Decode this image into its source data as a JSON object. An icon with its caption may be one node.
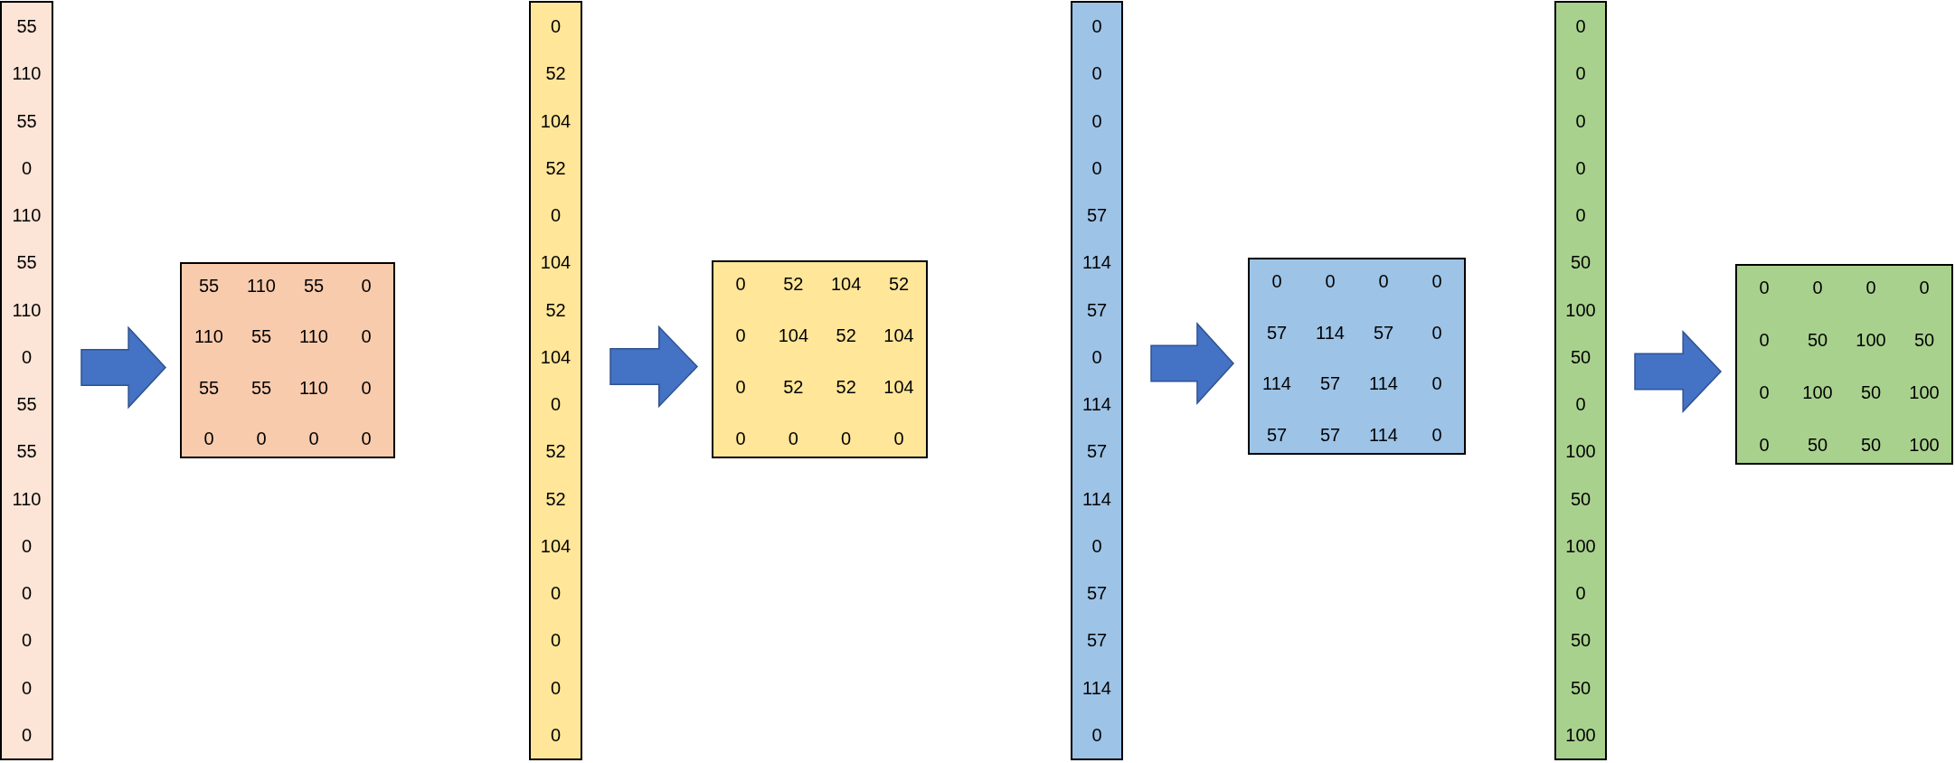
{
  "diagram": {
    "nodes": [
      {
        "text": [
          "55",
          "110",
          "55",
          "0",
          "110",
          "55",
          "110",
          "0",
          "55",
          "55",
          "110",
          "0",
          "0",
          "0",
          "0",
          "0"
        ]
      },
      {
        "text": [
          "55",
          "110",
          "55",
          "0",
          "110",
          "55",
          "110",
          "0",
          "55",
          "55",
          "110",
          "0",
          "0",
          "0",
          "0",
          "0"
        ]
      },
      {
        "text": [
          "0",
          "52",
          "104",
          "52",
          "0",
          "104",
          "52",
          "104",
          "0",
          "52",
          "52",
          "104",
          "0",
          "0",
          "0",
          "0"
        ]
      },
      {
        "text": [
          "0",
          "52",
          "104",
          "52",
          "0",
          "104",
          "52",
          "104",
          "0",
          "52",
          "52",
          "104",
          "0",
          "0",
          "0",
          "0"
        ]
      },
      {
        "text": [
          "0",
          "0",
          "0",
          "0",
          "57",
          "114",
          "57",
          "0",
          "114",
          "57",
          "114",
          "0",
          "57",
          "57",
          "114",
          "0"
        ]
      },
      {
        "text": [
          "0",
          "0",
          "0",
          "0",
          "57",
          "114",
          "57",
          "0",
          "114",
          "57",
          "114",
          "0",
          "57",
          "57",
          "114",
          "0"
        ]
      },
      {
        "text": [
          "0",
          "0",
          "0",
          "0",
          "0",
          "50",
          "100",
          "50",
          "0",
          "100",
          "50",
          "100",
          "0",
          "50",
          "50",
          "100"
        ]
      },
      {
        "text": [
          "0",
          "0",
          "0",
          "0",
          "0",
          "50",
          "100",
          "50",
          "0",
          "100",
          "50",
          "100",
          "0",
          "50",
          "50",
          "100"
        ]
      }
    ],
    "edges": [
      {
        "from": 0,
        "to": 1,
        "arrow": "to"
      },
      {
        "from": 2,
        "to": 3,
        "arrow": "to"
      },
      {
        "from": 4,
        "to": 5,
        "arrow": "to"
      },
      {
        "from": 6,
        "to": 7,
        "arrow": "to"
      }
    ]
  }
}
